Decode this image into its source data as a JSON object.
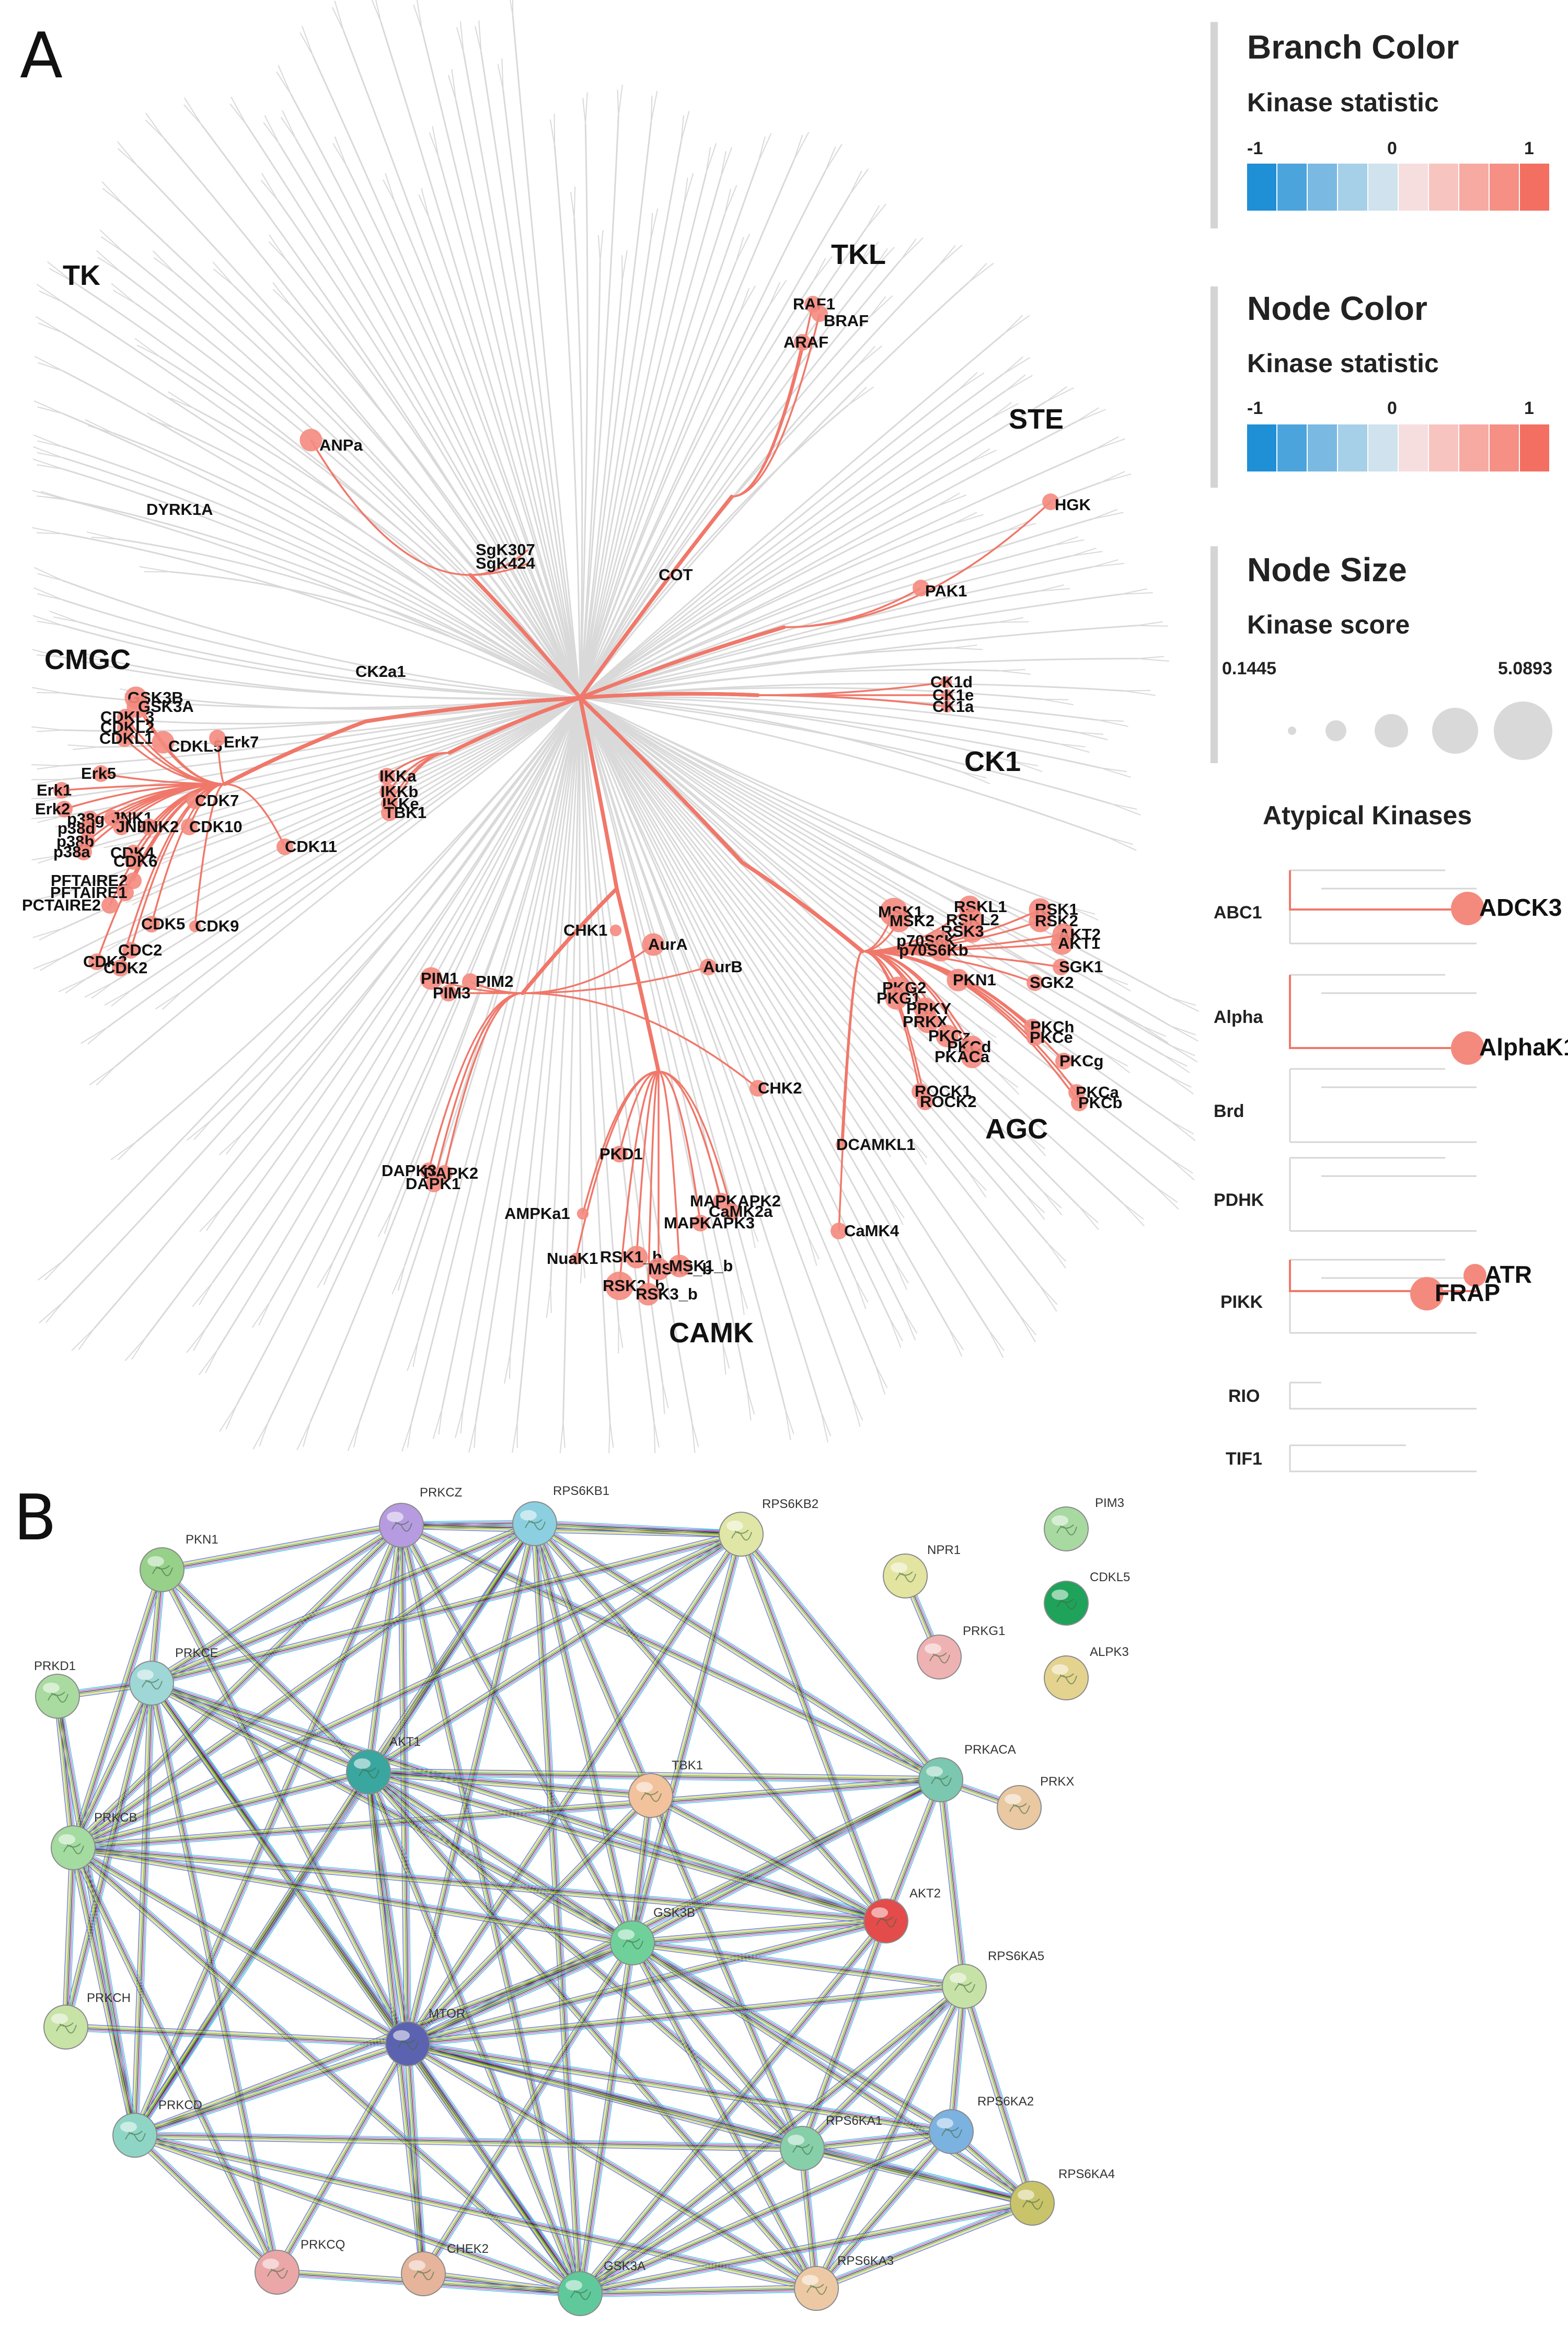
{
  "panels": {
    "a_label": "A",
    "b_label": "B"
  },
  "colors": {
    "tree_gray": "#d9d9d9",
    "tree_red": "#f0786a",
    "node_red": "#f48a7e",
    "scale": [
      "#1f8fd6",
      "#4ba4dc",
      "#7ab9e2",
      "#a6cfe8",
      "#cfe2ee",
      "#f6dede",
      "#f7c4c0",
      "#f7aaa2",
      "#f68f84",
      "#f36f61"
    ]
  },
  "kinome_groups": [
    {
      "id": "TK",
      "label": "TK"
    },
    {
      "id": "TKL",
      "label": "TKL"
    },
    {
      "id": "STE",
      "label": "STE"
    },
    {
      "id": "CK1",
      "label": "CK1"
    },
    {
      "id": "AGC",
      "label": "AGC"
    },
    {
      "id": "CAMK",
      "label": "CAMK"
    },
    {
      "id": "CMGC",
      "label": "CMGC"
    }
  ],
  "kinome_nodes": [
    {
      "name": "RAF1",
      "size": 2
    },
    {
      "name": "BRAF",
      "size": 2
    },
    {
      "name": "ARAF",
      "size": 2
    },
    {
      "name": "HGK",
      "size": 2
    },
    {
      "name": "PAK1",
      "size": 2
    },
    {
      "name": "ANPa",
      "size": 3
    },
    {
      "name": "SgK307",
      "size": 0
    },
    {
      "name": "SgK424",
      "size": 0
    },
    {
      "name": "COT",
      "size": 0
    },
    {
      "name": "DYRK1A",
      "size": 0
    },
    {
      "name": "CK2a1",
      "size": 0
    },
    {
      "name": "CK1d",
      "size": 1
    },
    {
      "name": "CK1e",
      "size": 1
    },
    {
      "name": "CK1a",
      "size": 1
    },
    {
      "name": "GSK3B",
      "size": 3
    },
    {
      "name": "GSK3A",
      "size": 3
    },
    {
      "name": "CDKL3",
      "size": 2
    },
    {
      "name": "CDKL2",
      "size": 2
    },
    {
      "name": "CDKL1",
      "size": 2
    },
    {
      "name": "CDKL5",
      "size": 3
    },
    {
      "name": "Erk7",
      "size": 2
    },
    {
      "name": "Erk5",
      "size": 2
    },
    {
      "name": "Erk1",
      "size": 2
    },
    {
      "name": "Erk2",
      "size": 2
    },
    {
      "name": "p38g",
      "size": 2
    },
    {
      "name": "p38d",
      "size": 2
    },
    {
      "name": "p38b",
      "size": 2
    },
    {
      "name": "p38a",
      "size": 2
    },
    {
      "name": "JNK1",
      "size": 2
    },
    {
      "name": "JNK3",
      "size": 2
    },
    {
      "name": "JNK2",
      "size": 2
    },
    {
      "name": "CDK7",
      "size": 2
    },
    {
      "name": "CDK10",
      "size": 2
    },
    {
      "name": "CDK4",
      "size": 2
    },
    {
      "name": "CDK6",
      "size": 2
    },
    {
      "name": "CDK11",
      "size": 2
    },
    {
      "name": "PFTAIRE2",
      "size": 2
    },
    {
      "name": "PFTAIRE1",
      "size": 2
    },
    {
      "name": "PCTAIRE2",
      "size": 2
    },
    {
      "name": "CDK5",
      "size": 2
    },
    {
      "name": "CDK9",
      "size": 1
    },
    {
      "name": "CDC2",
      "size": 2
    },
    {
      "name": "CDK3",
      "size": 2
    },
    {
      "name": "CDK2",
      "size": 2
    },
    {
      "name": "IKKa",
      "size": 2
    },
    {
      "name": "IKKb",
      "size": 2
    },
    {
      "name": "IKKe",
      "size": 2
    },
    {
      "name": "TBK1",
      "size": 2
    },
    {
      "name": "CHK1",
      "size": 1
    },
    {
      "name": "PIM1",
      "size": 3
    },
    {
      "name": "PIM2",
      "size": 2
    },
    {
      "name": "PIM3",
      "size": 2
    },
    {
      "name": "AurA",
      "size": 3
    },
    {
      "name": "AurB",
      "size": 2
    },
    {
      "name": "CHK2",
      "size": 2
    },
    {
      "name": "PKD1",
      "size": 2
    },
    {
      "name": "DAPK3",
      "size": 2
    },
    {
      "name": "DAPK2",
      "size": 2
    },
    {
      "name": "DAPK1",
      "size": 2
    },
    {
      "name": "AMPKa1",
      "size": 1
    },
    {
      "name": "MAPKAPK2",
      "size": 2
    },
    {
      "name": "CaMK2a",
      "size": 2
    },
    {
      "name": "MAPKAPK3",
      "size": 2
    },
    {
      "name": "CaMK4",
      "size": 2
    },
    {
      "name": "DCAMKL1",
      "size": 1
    },
    {
      "name": "NuaK1",
      "size": 1
    },
    {
      "name": "RSK1_b",
      "size": 3
    },
    {
      "name": "MSK2_b",
      "size": 3
    },
    {
      "name": "MSK1_b",
      "size": 3
    },
    {
      "name": "RSK2_b",
      "size": 4
    },
    {
      "name": "RSK3_b",
      "size": 3
    },
    {
      "name": "MSK1",
      "size": 4
    },
    {
      "name": "MSK2",
      "size": 3
    },
    {
      "name": "RSKL1",
      "size": 3
    },
    {
      "name": "RSKL2",
      "size": 3
    },
    {
      "name": "RSK1",
      "size": 3
    },
    {
      "name": "RSK2",
      "size": 3
    },
    {
      "name": "RSK3",
      "size": 3
    },
    {
      "name": "p70S6K",
      "size": 3
    },
    {
      "name": "p70S6Kb",
      "size": 3
    },
    {
      "name": "AKT2",
      "size": 3
    },
    {
      "name": "AKT1",
      "size": 3
    },
    {
      "name": "SGK1",
      "size": 2
    },
    {
      "name": "SGK2",
      "size": 2
    },
    {
      "name": "PKN1",
      "size": 3
    },
    {
      "name": "PKG2",
      "size": 3
    },
    {
      "name": "PKG1",
      "size": 3
    },
    {
      "name": "PRKY",
      "size": 3
    },
    {
      "name": "PRKX",
      "size": 3
    },
    {
      "name": "PKCh",
      "size": 2
    },
    {
      "name": "PKCe",
      "size": 2
    },
    {
      "name": "PKCz",
      "size": 3
    },
    {
      "name": "PKCd",
      "size": 3
    },
    {
      "name": "PKACa",
      "size": 3
    },
    {
      "name": "PKCg",
      "size": 2
    },
    {
      "name": "ROCK1",
      "size": 2
    },
    {
      "name": "ROCK2",
      "size": 2
    },
    {
      "name": "PKCa",
      "size": 2
    },
    {
      "name": "PKCb",
      "size": 2
    }
  ],
  "legend": {
    "branch_title": "Branch Color",
    "branch_sub": "Kinase statistic",
    "node_color_title": "Node Color",
    "node_color_sub": "Kinase statistic",
    "tick_min": "-1",
    "tick_mid": "0",
    "tick_max": "1",
    "size_title": "Node Size",
    "size_sub": "Kinase score",
    "size_min": "0.1445",
    "size_max": "5.0893"
  },
  "atypical": {
    "title": "Atypical Kinases",
    "families": [
      {
        "name": "ABC1",
        "kinases": [
          "ADCK3"
        ]
      },
      {
        "name": "Alpha",
        "kinases": [
          "AlphaK1"
        ]
      },
      {
        "name": "Brd",
        "kinases": []
      },
      {
        "name": "PDHK",
        "kinases": []
      },
      {
        "name": "PIKK",
        "kinases": [
          "ATR",
          "FRAP"
        ]
      },
      {
        "name": "RIO",
        "kinases": []
      },
      {
        "name": "TIF1",
        "kinases": []
      }
    ]
  },
  "network": {
    "nodes": [
      {
        "name": "PRKCZ",
        "color": "#b79be0"
      },
      {
        "name": "RPS6KB1",
        "color": "#8ccfe0"
      },
      {
        "name": "RPS6KB2",
        "color": "#dfe6a6"
      },
      {
        "name": "PKN1",
        "color": "#96d089"
      },
      {
        "name": "PRKD1",
        "color": "#a9dba0"
      },
      {
        "name": "PRKCE",
        "color": "#9fd6d6"
      },
      {
        "name": "NPR1",
        "color": "#e2e4a0"
      },
      {
        "name": "PRKG1",
        "color": "#efb2b2"
      },
      {
        "name": "PIM3",
        "color": "#a7d9a0"
      },
      {
        "name": "CDKL5",
        "color": "#1fa35a"
      },
      {
        "name": "ALPK3",
        "color": "#e4d38e"
      },
      {
        "name": "AKT1",
        "color": "#3aa6a0"
      },
      {
        "name": "TBK1",
        "color": "#f1c29c"
      },
      {
        "name": "PRKACA",
        "color": "#7cc7b0"
      },
      {
        "name": "PRKX",
        "color": "#e9c8a2"
      },
      {
        "name": "PRKCB",
        "color": "#a4dba0"
      },
      {
        "name": "AKT2",
        "color": "#e44b4b"
      },
      {
        "name": "GSK3B",
        "color": "#6fd09a"
      },
      {
        "name": "RPS6KA5",
        "color": "#c7e2a6"
      },
      {
        "name": "PRKCH",
        "color": "#c8e3a6"
      },
      {
        "name": "MTOR",
        "color": "#5b63b0"
      },
      {
        "name": "PRKCD",
        "color": "#8fd5c5"
      },
      {
        "name": "RPS6KA1",
        "color": "#86cfa8"
      },
      {
        "name": "RPS6KA2",
        "color": "#7bb2e0"
      },
      {
        "name": "RPS6KA4",
        "color": "#c9c36a"
      },
      {
        "name": "PRKCQ",
        "color": "#eba7a7"
      },
      {
        "name": "CHEK2",
        "color": "#e6b49b"
      },
      {
        "name": "GSK3A",
        "color": "#5fc99c"
      },
      {
        "name": "RPS6KA3",
        "color": "#ecc9a4"
      }
    ],
    "edges": [
      [
        "PRKCZ",
        "AKT1"
      ],
      [
        "PRKCZ",
        "MTOR"
      ],
      [
        "PRKCZ",
        "GSK3B"
      ],
      [
        "PRKCZ",
        "PRKCE"
      ],
      [
        "PRKCZ",
        "PRKCB"
      ],
      [
        "PRKCZ",
        "RPS6KB1"
      ],
      [
        "PRKCZ",
        "RPS6KB2"
      ],
      [
        "PRKCZ",
        "PRKCD"
      ],
      [
        "PRKCZ",
        "GSK3A"
      ],
      [
        "PRKCZ",
        "PKN1"
      ],
      [
        "PRKCZ",
        "PRKACA"
      ],
      [
        "RPS6KB1",
        "AKT1"
      ],
      [
        "RPS6KB1",
        "MTOR"
      ],
      [
        "RPS6KB1",
        "GSK3B"
      ],
      [
        "RPS6KB1",
        "RPS6KB2"
      ],
      [
        "RPS6KB1",
        "PRKACA"
      ],
      [
        "RPS6KB1",
        "AKT2"
      ],
      [
        "RPS6KB1",
        "PRKCB"
      ],
      [
        "RPS6KB1",
        "PRKCE"
      ],
      [
        "RPS6KB1",
        "GSK3A"
      ],
      [
        "RPS6KB1",
        "PRKCD"
      ],
      [
        "RPS6KB1",
        "RPS6KA1"
      ],
      [
        "RPS6KB2",
        "AKT1"
      ],
      [
        "RPS6KB2",
        "MTOR"
      ],
      [
        "RPS6KB2",
        "PRKACA"
      ],
      [
        "RPS6KB2",
        "GSK3B"
      ],
      [
        "RPS6KB2",
        "AKT2"
      ],
      [
        "RPS6KB2",
        "PRKCE"
      ],
      [
        "RPS6KB2",
        "PRKCB"
      ],
      [
        "PKN1",
        "PRKCE"
      ],
      [
        "PKN1",
        "PRKCB"
      ],
      [
        "PKN1",
        "AKT1"
      ],
      [
        "PKN1",
        "MTOR"
      ],
      [
        "PRKD1",
        "PRKCE"
      ],
      [
        "PRKD1",
        "PRKCB"
      ],
      [
        "PRKD1",
        "PRKCD"
      ],
      [
        "PRKCE",
        "PRKCB"
      ],
      [
        "PRKCE",
        "AKT1"
      ],
      [
        "PRKCE",
        "MTOR"
      ],
      [
        "PRKCE",
        "GSK3B"
      ],
      [
        "PRKCE",
        "PRKCD"
      ],
      [
        "PRKCE",
        "PRKCH"
      ],
      [
        "PRKCE",
        "PRKCQ"
      ],
      [
        "PRKCE",
        "GSK3A"
      ],
      [
        "PRKCE",
        "AKT2"
      ],
      [
        "NPR1",
        "PRKG1"
      ],
      [
        "PRKACA",
        "PRKX"
      ],
      [
        "PRKACA",
        "AKT1"
      ],
      [
        "PRKACA",
        "GSK3B"
      ],
      [
        "PRKACA",
        "AKT2"
      ],
      [
        "PRKACA",
        "RPS6KA5"
      ],
      [
        "PRKACA",
        "MTOR"
      ],
      [
        "PRKACA",
        "PRKCB"
      ],
      [
        "AKT1",
        "TBK1"
      ],
      [
        "AKT1",
        "GSK3B"
      ],
      [
        "AKT1",
        "MTOR"
      ],
      [
        "AKT1",
        "AKT2"
      ],
      [
        "AKT1",
        "PRKCB"
      ],
      [
        "AKT1",
        "PRKCD"
      ],
      [
        "AKT1",
        "GSK3A"
      ],
      [
        "AKT1",
        "RPS6KA1"
      ],
      [
        "AKT1",
        "CHEK2"
      ],
      [
        "AKT1",
        "RPS6KA3"
      ],
      [
        "TBK1",
        "MTOR"
      ],
      [
        "TBK1",
        "GSK3B"
      ],
      [
        "TBK1",
        "AKT2"
      ],
      [
        "PRKCB",
        "GSK3B"
      ],
      [
        "PRKCB",
        "MTOR"
      ],
      [
        "PRKCB",
        "PRKCD"
      ],
      [
        "PRKCB",
        "PRKCH"
      ],
      [
        "PRKCB",
        "PRKCQ"
      ],
      [
        "PRKCB",
        "AKT2"
      ],
      [
        "PRKCB",
        "GSK3A"
      ],
      [
        "AKT2",
        "GSK3B"
      ],
      [
        "AKT2",
        "MTOR"
      ],
      [
        "AKT2",
        "GSK3A"
      ],
      [
        "AKT2",
        "RPS6KA1"
      ],
      [
        "GSK3B",
        "MTOR"
      ],
      [
        "GSK3B",
        "GSK3A"
      ],
      [
        "GSK3B",
        "RPS6KA1"
      ],
      [
        "GSK3B",
        "RPS6KA3"
      ],
      [
        "GSK3B",
        "RPS6KA2"
      ],
      [
        "GSK3B",
        "RPS6KA5"
      ],
      [
        "GSK3B",
        "PRKCD"
      ],
      [
        "GSK3B",
        "RPS6KA4"
      ],
      [
        "GSK3B",
        "CHEK2"
      ],
      [
        "RPS6KA5",
        "RPS6KA1"
      ],
      [
        "RPS6KA5",
        "RPS6KA2"
      ],
      [
        "RPS6KA5",
        "RPS6KA3"
      ],
      [
        "RPS6KA5",
        "RPS6KA4"
      ],
      [
        "RPS6KA5",
        "MTOR"
      ],
      [
        "RPS6KA5",
        "GSK3A"
      ],
      [
        "MTOR",
        "PRKCD"
      ],
      [
        "MTOR",
        "GSK3A"
      ],
      [
        "MTOR",
        "RPS6KA1"
      ],
      [
        "MTOR",
        "RPS6KA3"
      ],
      [
        "MTOR",
        "RPS6KA2"
      ],
      [
        "MTOR",
        "RPS6KA4"
      ],
      [
        "MTOR",
        "PRKCQ"
      ],
      [
        "MTOR",
        "CHEK2"
      ],
      [
        "MTOR",
        "PRKCH"
      ],
      [
        "PRKCD",
        "GSK3A"
      ],
      [
        "PRKCD",
        "PRKCQ"
      ],
      [
        "PRKCD",
        "RPS6KA1"
      ],
      [
        "PRKCD",
        "RPS6KA3"
      ],
      [
        "RPS6KA1",
        "RPS6KA2"
      ],
      [
        "RPS6KA1",
        "RPS6KA3"
      ],
      [
        "RPS6KA1",
        "RPS6KA4"
      ],
      [
        "RPS6KA1",
        "GSK3A"
      ],
      [
        "RPS6KA2",
        "RPS6KA3"
      ],
      [
        "RPS6KA2",
        "RPS6KA4"
      ],
      [
        "RPS6KA2",
        "GSK3A"
      ],
      [
        "RPS6KA3",
        "GSK3A"
      ],
      [
        "RPS6KA3",
        "RPS6KA4"
      ],
      [
        "RPS6KA4",
        "GSK3A"
      ],
      [
        "GSK3A",
        "CHEK2"
      ],
      [
        "GSK3A",
        "PRKCQ"
      ]
    ]
  }
}
